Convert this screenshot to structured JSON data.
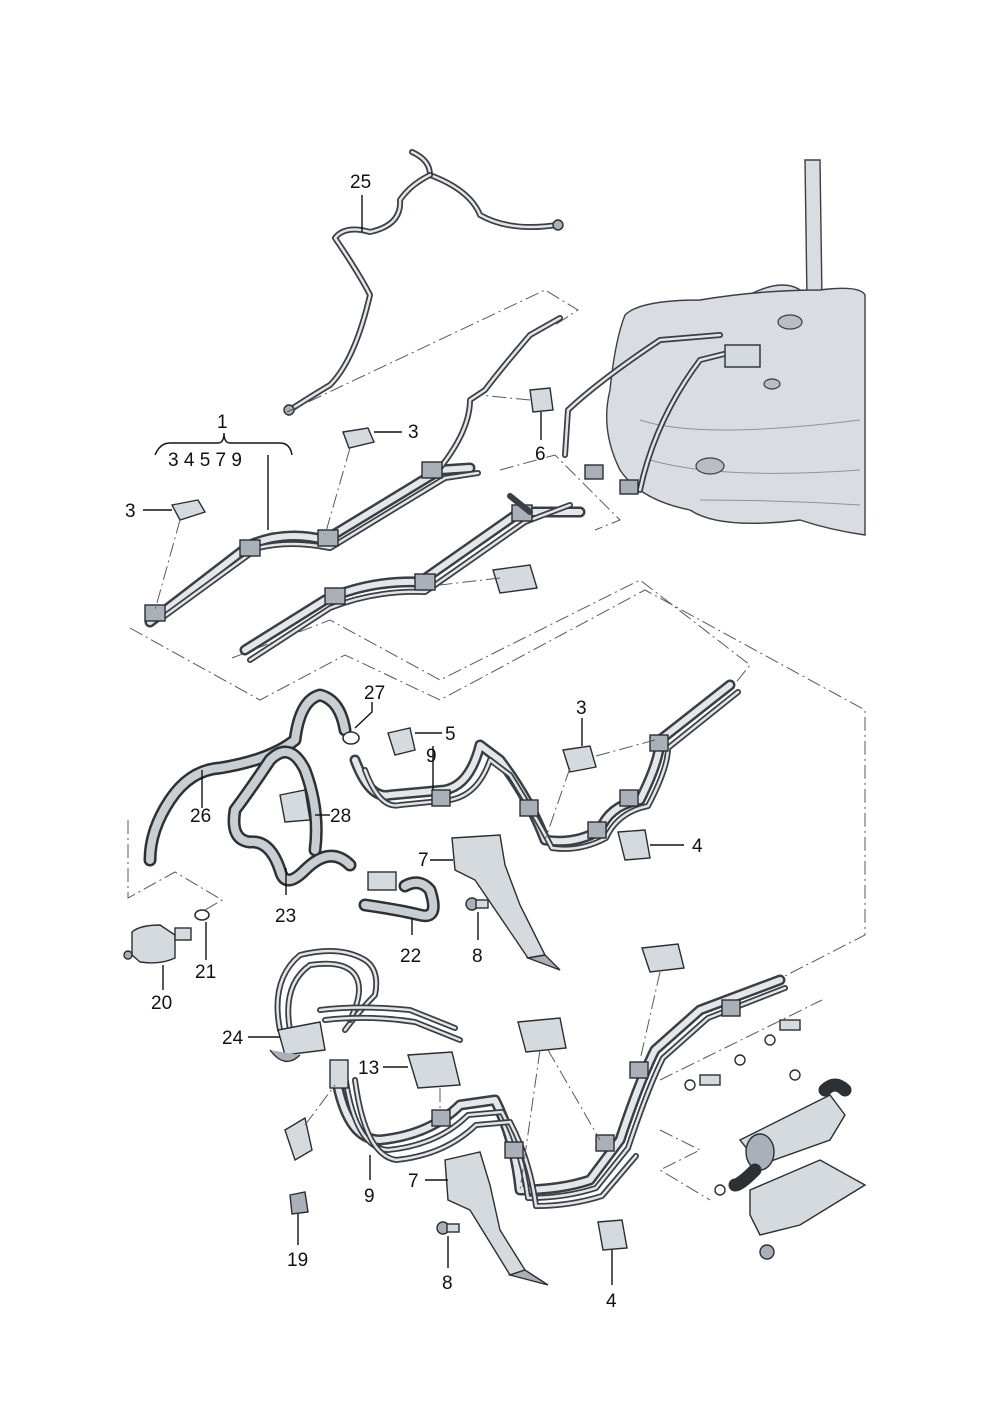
{
  "labels": {
    "l1": "1",
    "l1_sub": "3 4 5 7 9",
    "l3a": "3",
    "l3b": "3",
    "l3c": "3",
    "l4a": "4",
    "l4b": "4",
    "l5": "5",
    "l6": "6",
    "l7a": "7",
    "l7b": "7",
    "l8a": "8",
    "l8b": "8",
    "l9a": "9",
    "l9b": "9",
    "l13": "13",
    "l19": "19",
    "l20": "20",
    "l21": "21",
    "l22": "22",
    "l23": "23",
    "l24": "24",
    "l25": "25",
    "l26": "26",
    "l27": "27",
    "l28": "28"
  },
  "colors": {
    "line": "#111111",
    "pipe": "#3a3f45",
    "part": "#d5dadf",
    "background": "#ffffff"
  }
}
